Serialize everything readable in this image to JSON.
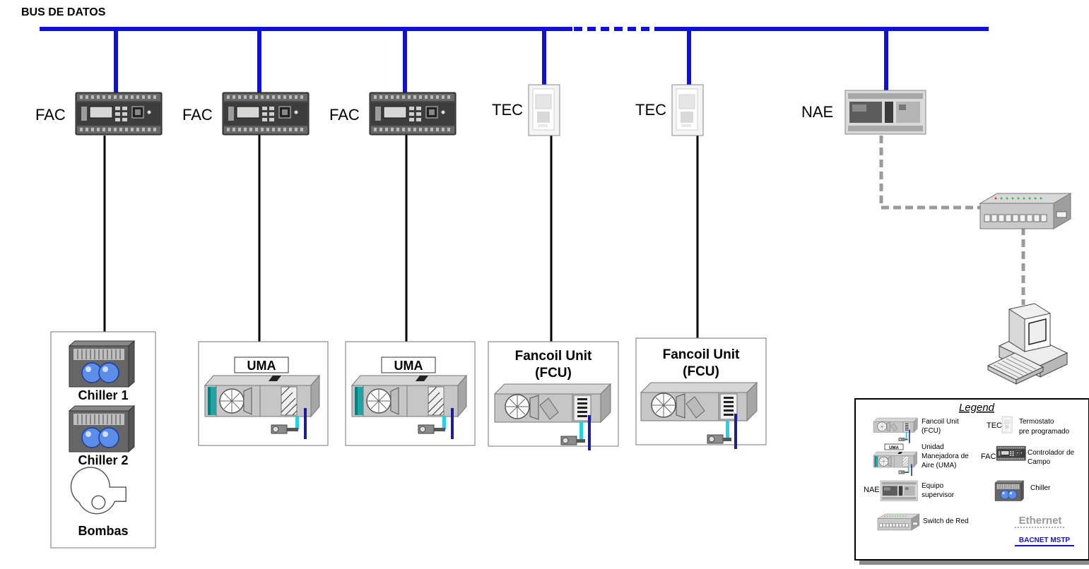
{
  "bus": {
    "title": "BUS DE DATOS",
    "color": "#1010dd"
  },
  "controllers": [
    {
      "label": "FAC"
    },
    {
      "label": "FAC"
    },
    {
      "label": "FAC"
    },
    {
      "label": "TEC"
    },
    {
      "label": "TEC"
    },
    {
      "label": "NAE"
    }
  ],
  "equipment": {
    "chiller1": "Chiller 1",
    "chiller2": "Chiller 2",
    "pumps": "Bombas",
    "uma1": "UMA",
    "uma2": "UMA",
    "fcu1_line1": "Fancoil Unit",
    "fcu1_line2": "(FCU)",
    "fcu2_line1": "Fancoil Unit",
    "fcu2_line2": "(FCU)"
  },
  "legend": {
    "title": "Legend",
    "fcu_line1": "Fancoil Unit",
    "fcu_line2": "(FCU)",
    "tec_tag": "TEC",
    "tec_line1": "Termostato",
    "tec_line2": "pre programado",
    "uma_tag": "UMA",
    "uma_line1": "Unidad",
    "uma_line2": "Manejadora de",
    "uma_line3": "Aire (UMA)",
    "fac_tag": "FAC",
    "fac_line1": "Controlador de",
    "fac_line2": "Campo",
    "nae_tag": "NAE",
    "nae_line1": "Equipo",
    "nae_line2": "supervisor",
    "chiller": "Chiller",
    "switch": "Switch de Red",
    "ethernet": "Ethernet",
    "bacnet": "BACNET MSTP"
  }
}
